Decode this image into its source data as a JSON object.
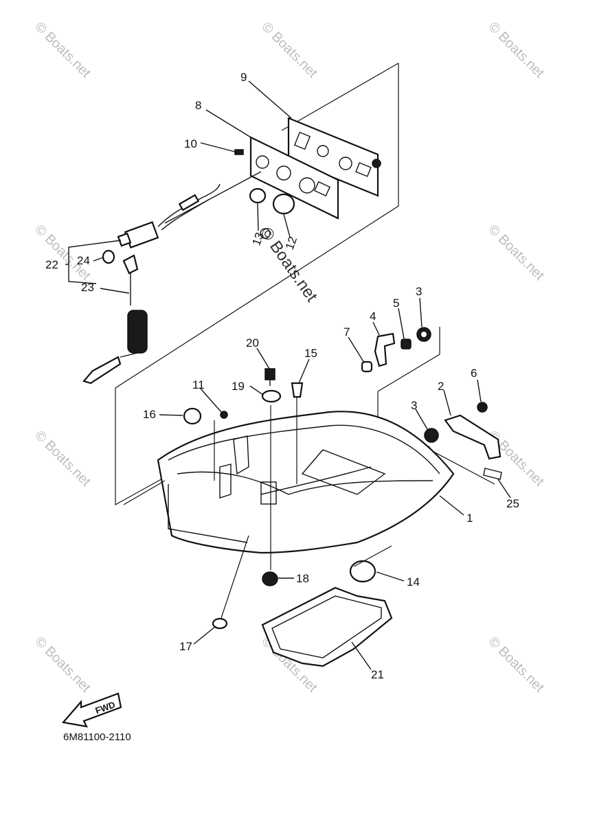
{
  "diagram": {
    "code": "6M81100-2110",
    "fwd_label": "FWD",
    "watermark": "© Boats.net",
    "watermark_center": "© Boats.net",
    "callouts": {
      "c1": "1",
      "c2": "2",
      "c3a": "3",
      "c3b": "3",
      "c4": "4",
      "c5": "5",
      "c6": "6",
      "c7": "7",
      "c8": "8",
      "c9": "9",
      "c10": "10",
      "c11": "11",
      "c12": "12",
      "c13": "13",
      "c14": "14",
      "c15": "15",
      "c16": "16",
      "c17": "17",
      "c18": "18",
      "c19": "19",
      "c20": "20",
      "c21": "21",
      "c22": "22",
      "c23": "23",
      "c24": "24",
      "c25": "25"
    }
  }
}
